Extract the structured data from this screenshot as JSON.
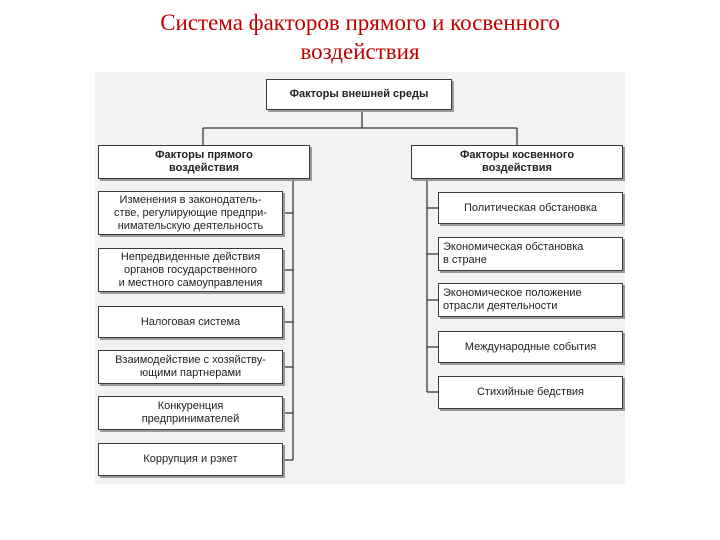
{
  "title": {
    "line1": "Система факторов прямого и косвенного",
    "line2": "воздействия"
  },
  "root": {
    "label": "Факторы внешней среды"
  },
  "direct": {
    "header": "Факторы прямого\nвоздействия",
    "items": [
      "Изменения в законодатель-\nстве, регулирующие предпри-\nнимательскую деятельность",
      "Непредвиденные действия\nорганов государственного\nи местного самоуправления",
      "Налоговая система",
      "Взаимодействие с хозяйству-\nющими партнерами",
      "Конкуренция\nпредпринимателей",
      "Коррупция и рэкет"
    ]
  },
  "indirect": {
    "header": "Факторы косвенного\nвоздействия",
    "items": [
      "Политическая обстановка",
      "Экономическая обстановка\nв стране",
      "Экономическое положение\nотрасли деятельности",
      "Международные события",
      "Стихийные бедствия"
    ]
  }
}
